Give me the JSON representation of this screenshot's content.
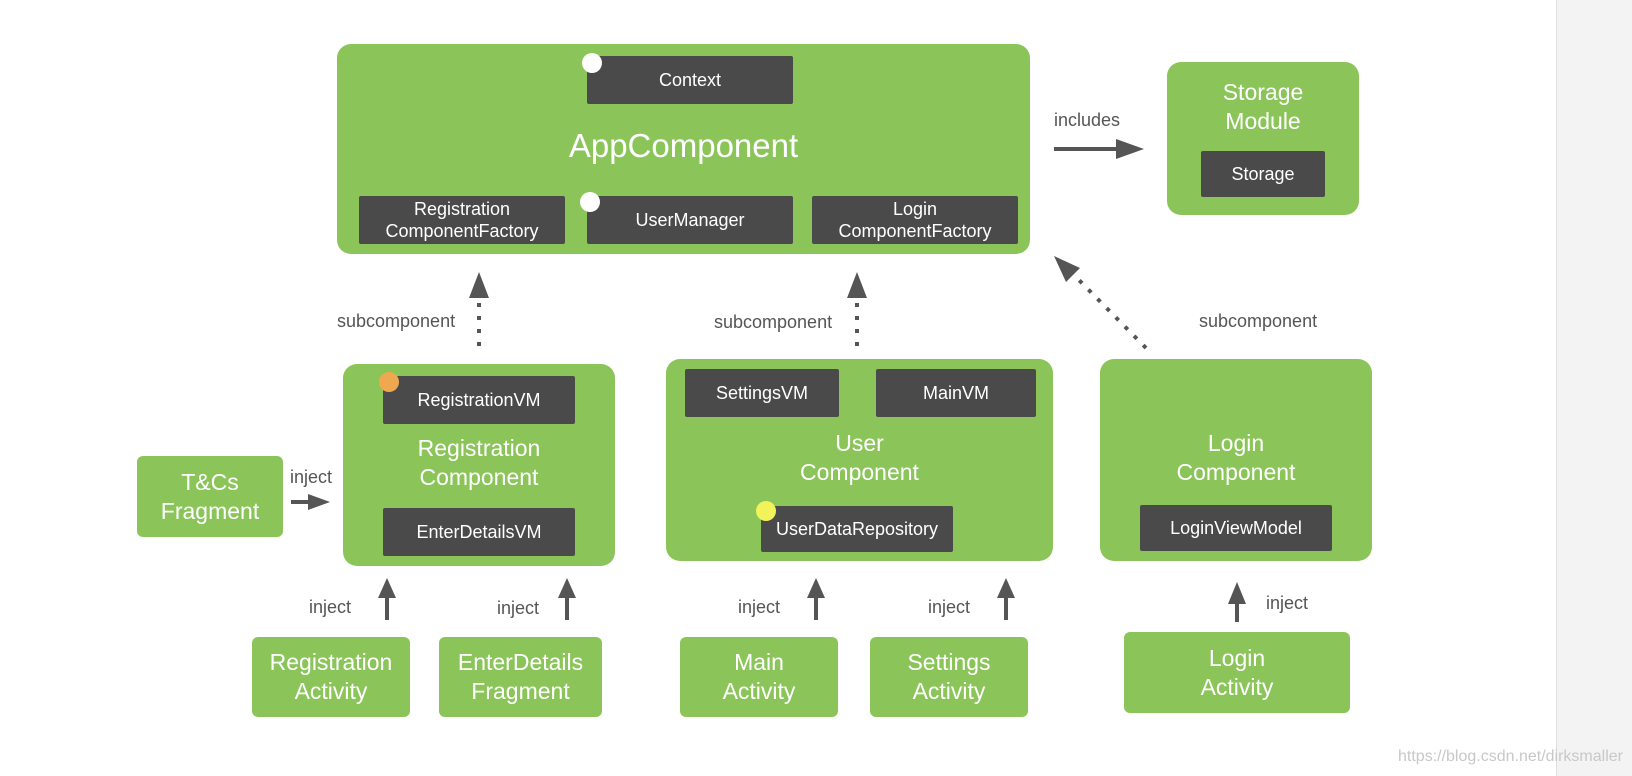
{
  "app_component": {
    "title": "AppComponent",
    "context": "Context",
    "registration_factory": "Registration\nComponentFactory",
    "user_manager": "UserManager",
    "login_factory": "Login\nComponentFactory"
  },
  "storage_module": {
    "title": "Storage\nModule",
    "storage": "Storage"
  },
  "registration_component": {
    "title": "Registration\nComponent",
    "registration_vm": "RegistrationVM",
    "enter_details_vm": "EnterDetailsVM"
  },
  "user_component": {
    "title": "User\nComponent",
    "settings_vm": "SettingsVM",
    "main_vm": "MainVM",
    "user_data_repository": "UserDataRepository"
  },
  "login_component": {
    "title": "Login\nComponent",
    "login_view_model": "LoginViewModel"
  },
  "clients": {
    "tcs_fragment": "T&Cs\nFragment",
    "registration_activity": "Registration\nActivity",
    "enter_details_fragment": "EnterDetails\nFragment",
    "main_activity": "Main\nActivity",
    "settings_activity": "Settings\nActivity",
    "login_activity": "Login\nActivity"
  },
  "edge_labels": {
    "includes": "includes",
    "subcomponent": "subcomponent",
    "inject": "inject"
  },
  "colors": {
    "component_green": "#8bc55a",
    "chip_dark": "#4a4a4a",
    "arrow_gray": "#555555",
    "scope_white": "#ffffff",
    "scope_orange": "#f0a850",
    "scope_yellow": "#f2f25a"
  },
  "watermark": "https://blog.csdn.net/dirksmaller"
}
